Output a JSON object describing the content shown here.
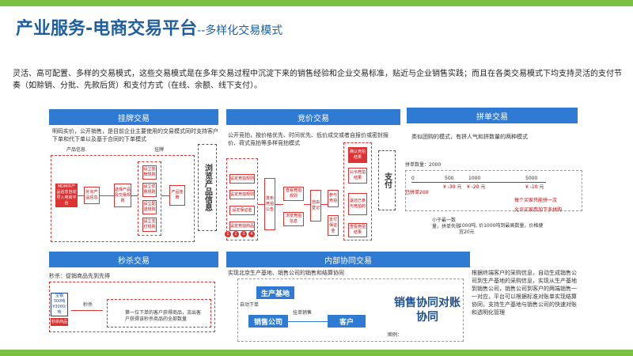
{
  "title": {
    "main": "产业服务-电商交易平台",
    "sub": "--多样化交易模式"
  },
  "intro": "灵活、高可配置、多样的交易模式，这些交易模式是在多年交易过程中沉淀下来的销售经验和企业交易标准，贴近与企业销售实践；而且在各类交易模式下均支持灵活的支付节奏（如赊销、分批、先款后货）和支付方式（在线、余额、线下支付）。",
  "panels": {
    "listing": {
      "header": "挂牌交易",
      "desc": "明码实价，公开销售，是目前企业主要使用的交易模式同时支持客户下单和代下单以及基于合同的下单模式",
      "labels": {
        "source": "产品信息",
        "listing": "挂牌",
        "mdm": "MDM中产品信息自动导入电商平台",
        "b1": "补充产品信息",
        "b2": "选择产品及交易规则",
        "b3": "设立挂牌规则",
        "b4": "设立优惠规则",
        "b5": "设立配送规则",
        "b6": "设立支付规则",
        "b7": "产品挂牌",
        "side": "浏览产品信息"
      }
    },
    "bidding": {
      "header": "竞价交易",
      "desc": "公开竞拍，按价格优先、时间优先、低价成交或者自报价或密封报价、荷式竞拍等多样竞拍模式",
      "labels": {
        "b1": "设定竞拍规则",
        "b2": "设定竞拍规则",
        "b3": "设定保证金",
        "b4": "设定竞拍商品",
        "b5": "发布竞拍公告",
        "b6": "查看竞拍规则",
        "b7": "浏览竞拍信息",
        "b8": "自由登记",
        "b9": "参与竞拍",
        "b10": "支付保证金",
        "b11": "确认竞拍结果",
        "b12": "公示竞拍结果",
        "b13": "退还已参与竞拍的",
        "b14": "查看竞拍结果",
        "side": "支付"
      }
    },
    "group": {
      "header": "拼单交易",
      "desc": "类似团购的模式，有拼人气和拼数量的两种模式",
      "labels": {
        "axis_title": "拼单数量：2000",
        "scale": [
          "0",
          "500",
          "1000",
          "5000"
        ],
        "prices": [
          "¥ -30 元",
          "¥ -20 元",
          "¥ -10 元"
        ],
        "current": "已拼单200",
        "legend1": "每个买家只能拼一次",
        "legend2": "允许买家参加下多拼购",
        "note1": "小于最一数量，拼单失败",
        "note2": "1000吨, 价1000吨到最高数量，价格便宜20元"
      }
    },
    "flash": {
      "header": "秒杀交易",
      "desc": "秒杀：促销商品先到先得",
      "labels": {
        "product": "宝钢 300吨 ¥3000/吨",
        "tag": "秒杀商品",
        "mid": "秒杀",
        "note": "第一位下单的客户获得商品，流出客户获得该秒杀商品的全部数量"
      }
    },
    "internal": {
      "header": "内部协同交易",
      "desc": "实现北京生产基地、销售公司的销售和结算协同",
      "labels": {
        "base": "生产基地",
        "auto": "自动下单",
        "sales": "销售公司",
        "order": "挂单销售",
        "customer": "客户",
        "big": "销售协同对账协同",
        "legend": "图例："
      },
      "side_text": "根据终端客户的采购信息，自动生成销售公司到生产基地的采购信息，实现从生产基地到销售公司，销售公司到客户的两端销售一一对应，平台可以根据标准对账单实现结算协同，支持生产基地与销售公司的快速对账和透明化管理"
    }
  }
}
